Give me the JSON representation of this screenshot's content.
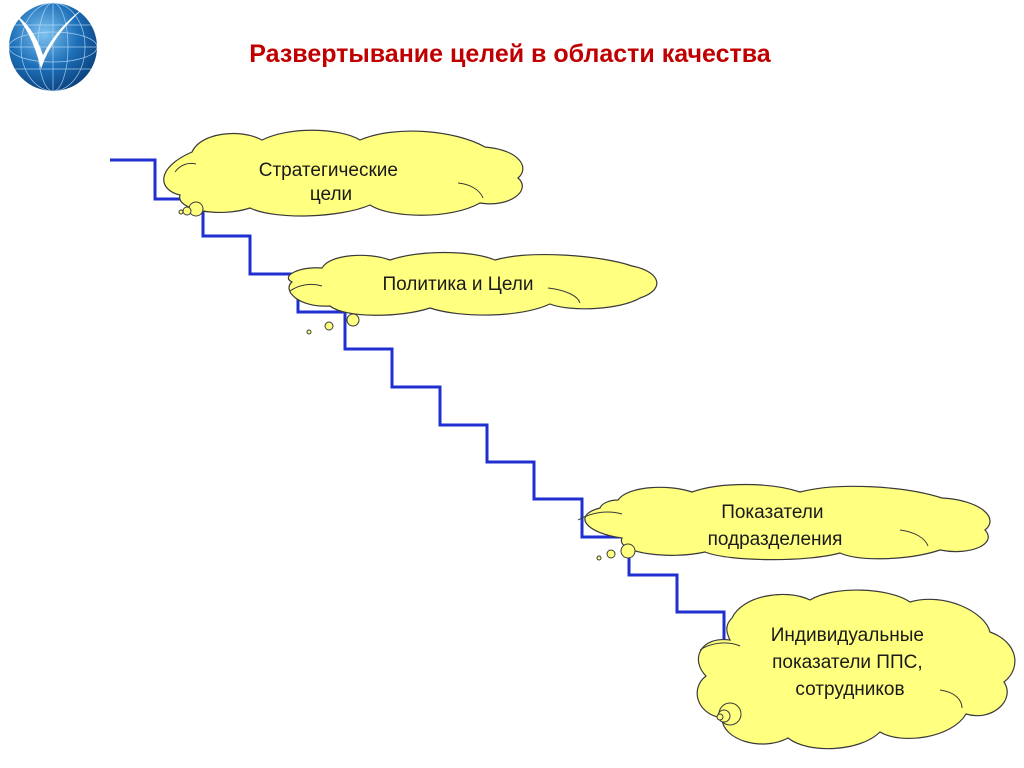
{
  "title": "Развертывание целей  в области качества",
  "colors": {
    "title": "#c00000",
    "stair": "#1f2fd0",
    "cloud_fill": "#ffff80",
    "cloud_stroke": "#3a3a3a",
    "logo_blue": "#1d6fb8"
  },
  "logo": {
    "icon": "globe-logo-icon"
  },
  "clouds": [
    {
      "lines": [
        "Стратегические",
        "цели"
      ]
    },
    {
      "lines": [
        "Политика и Цели"
      ]
    },
    {
      "lines": [
        "Показатели",
        "подразделения"
      ]
    },
    {
      "lines": [
        "Индивидуальные",
        "показатели  ППС,",
        "сотрудников"
      ]
    }
  ]
}
